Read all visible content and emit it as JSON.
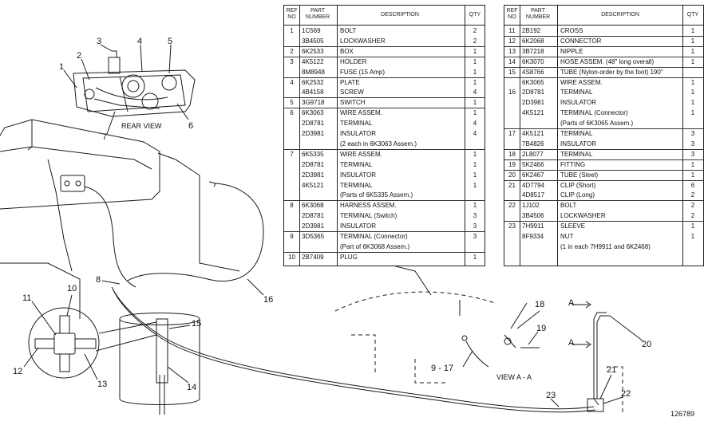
{
  "header": {
    "ref_no": "REF NO",
    "part_number": "PART NUMBER",
    "description": "DESCRIPTION",
    "qty": "QTY"
  },
  "table_left": [
    {
      "ref": "1",
      "part": "1C569",
      "desc": "BOLT",
      "qty": "2"
    },
    {
      "ref": "",
      "part": "3B4505",
      "desc": "LOCKWASHER",
      "qty": "2"
    },
    {
      "ref": "2",
      "part": "6K2533",
      "desc": "BOX",
      "qty": "1"
    },
    {
      "ref": "3",
      "part": "4K5122",
      "desc": "HOLDER",
      "qty": "1"
    },
    {
      "ref": "",
      "part": "8M8948",
      "desc": "FUSE   (15 Amp)",
      "qty": "1"
    },
    {
      "ref": "4",
      "part": "6K2532",
      "desc": "PLATE",
      "qty": "1"
    },
    {
      "ref": "",
      "part": "4B4158",
      "desc": "SCREW",
      "qty": "4"
    },
    {
      "ref": "5",
      "part": "3G9718",
      "desc": "SWITCH",
      "qty": "1"
    },
    {
      "ref": "6",
      "part": "6K3063",
      "desc": "WIRE ASSEM.",
      "qty": "1"
    },
    {
      "ref": "",
      "part": "2D8781",
      "desc": "   TERMINAL",
      "qty": "4"
    },
    {
      "ref": "",
      "part": "2D3981",
      "desc": "   INSULATOR",
      "qty": "4"
    },
    {
      "ref": "",
      "part": "",
      "desc": "      (2 each in 6K3063 Assem.)",
      "qty": ""
    },
    {
      "ref": "7",
      "part": "6K5335",
      "desc": "WIRE ASSEM.",
      "qty": "1"
    },
    {
      "ref": "",
      "part": "2D8781",
      "desc": "   TERMINAL",
      "qty": "1"
    },
    {
      "ref": "",
      "part": "2D3981",
      "desc": "   INSULATOR",
      "qty": "1"
    },
    {
      "ref": "",
      "part": "4K5121",
      "desc": "   TERMINAL",
      "qty": "1"
    },
    {
      "ref": "",
      "part": "",
      "desc": "      (Parts of 6K5335 Assem.)",
      "qty": ""
    },
    {
      "ref": "8",
      "part": "6K3068",
      "desc": "HARNESS ASSEM.",
      "qty": "1"
    },
    {
      "ref": "",
      "part": "2D8781",
      "desc": "   TERMINAL   (Switch)",
      "qty": "3"
    },
    {
      "ref": "",
      "part": "2D3981",
      "desc": "   INSULATOR",
      "qty": "3"
    },
    {
      "ref": "9",
      "part": "3D5365",
      "desc": "   TERMINAL   (Connector)",
      "qty": "3"
    },
    {
      "ref": "",
      "part": "",
      "desc": "      (Part of 6K3068 Assem.)",
      "qty": ""
    },
    {
      "ref": "10",
      "part": "2B7409",
      "desc": "PLUG",
      "qty": "1"
    }
  ],
  "table_right": [
    {
      "ref": "11",
      "part": "2B192",
      "desc": "CROSS",
      "qty": "1"
    },
    {
      "ref": "12",
      "part": "6K2068",
      "desc": "CONNECTOR",
      "qty": "1"
    },
    {
      "ref": "13",
      "part": "3B7218",
      "desc": "NIPPLE",
      "qty": "1"
    },
    {
      "ref": "14",
      "part": "6K3070",
      "desc": "HOSE ASSEM.   (48\" long overall)",
      "qty": "1"
    },
    {
      "ref": "15",
      "part": "4S8766",
      "desc": "TUBE (Nylon-order by the foot) 190\"",
      "qty": ""
    },
    {
      "ref": "",
      "part": "6K3065",
      "desc": "WIRE ASSEM.",
      "qty": "1"
    },
    {
      "ref": "16",
      "part": "2D8781",
      "desc": "   TERMINAL",
      "qty": "1"
    },
    {
      "ref": "",
      "part": "2D3981",
      "desc": "   INSULATOR",
      "qty": "1"
    },
    {
      "ref": "",
      "part": "4K5121",
      "desc": "   TERMINAL   (Connector)",
      "qty": "1"
    },
    {
      "ref": "",
      "part": "",
      "desc": "      (Parts of 6K3065 Assem.)",
      "qty": ""
    },
    {
      "ref": "17",
      "part": "4K5121",
      "desc": "TERMINAL",
      "qty": "3"
    },
    {
      "ref": "",
      "part": "7B4826",
      "desc": "INSULATOR",
      "qty": "3"
    },
    {
      "ref": "18",
      "part": "2L8077",
      "desc": "TERMINAL",
      "qty": "3"
    },
    {
      "ref": "19",
      "part": "5K2466",
      "desc": "FITTING",
      "qty": "1"
    },
    {
      "ref": "20",
      "part": "6K2467",
      "desc": "TUBE   (Steel)",
      "qty": "1"
    },
    {
      "ref": "21",
      "part": "4D7794",
      "desc": "CLIP   (Short)",
      "qty": "6"
    },
    {
      "ref": "",
      "part": "4D8517",
      "desc": "CLIP   (Long)",
      "qty": "2"
    },
    {
      "ref": "22",
      "part": "1J102",
      "desc": "BOLT",
      "qty": "2"
    },
    {
      "ref": "",
      "part": "3B4506",
      "desc": "LOCKWASHER",
      "qty": "2"
    },
    {
      "ref": "23",
      "part": "7H9911",
      "desc": "SLEEVE",
      "qty": "1"
    },
    {
      "ref": "",
      "part": "8F9334",
      "desc": "NUT",
      "qty": "1"
    },
    {
      "ref": "",
      "part": "",
      "desc": "   (1 in each 7H9911 and 6K2468)",
      "qty": ""
    }
  ],
  "callouts": {
    "c1": "1",
    "c2": "2",
    "c3": "3",
    "c4": "4",
    "c5": "5",
    "c6": "6",
    "c7": "7",
    "c8": "8",
    "c9_17": "9 - 17",
    "c10": "10",
    "c11": "11",
    "c12": "12",
    "c13": "13",
    "c14": "14",
    "c15": "15",
    "c16": "16",
    "c18": "18",
    "c19": "19",
    "c20": "20",
    "c21": "21",
    "c22": "22",
    "c23": "23",
    "aa_top": "A",
    "aa_bottom": "A"
  },
  "labels": {
    "rear_view": "REAR VIEW",
    "view_aa": "VIEW A - A",
    "drawing_no": "126789"
  }
}
